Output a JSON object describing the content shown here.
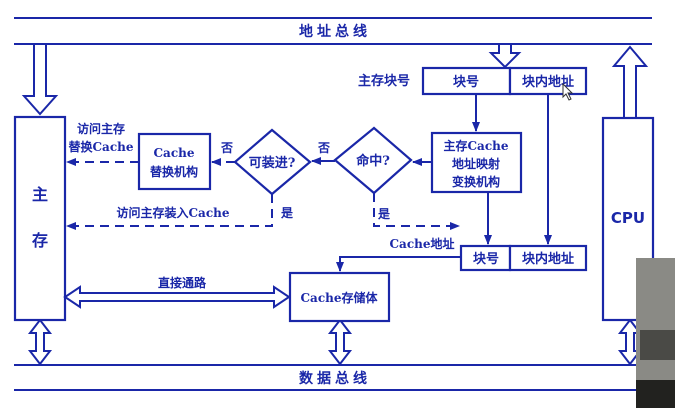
{
  "buses": {
    "address_bus": "地址总线",
    "data_bus": "数据总线"
  },
  "main_memory": {
    "label_top": "主",
    "label_bottom": "存"
  },
  "cpu": {
    "label": "CPU"
  },
  "main_block_address": {
    "label": "主存块号",
    "block_number": "块号",
    "in_block_address": "块内地址"
  },
  "mapping_unit": {
    "line1": "主存Cache",
    "line2": "地址映射",
    "line3": "变换机构"
  },
  "hit_decision": {
    "label": "命中?",
    "no": "否",
    "yes": "是"
  },
  "loadable_decision": {
    "label": "可装进?",
    "no": "否",
    "yes": "是"
  },
  "replacement_unit": {
    "line1": "Cache",
    "line2": "替换机构"
  },
  "access_replace": {
    "line1": "访问主存",
    "line2": "替换Cache"
  },
  "access_load": {
    "label": "访问主存装入Cache"
  },
  "cache_address": {
    "label": "Cache地址",
    "block_number": "块号",
    "in_block_address": "块内地址"
  },
  "direct_path": {
    "label": "直接通路"
  },
  "cache_memory": {
    "label": "Cache存储体"
  },
  "colors": {
    "ink": "#1a27a8",
    "background": "#ffffff"
  }
}
